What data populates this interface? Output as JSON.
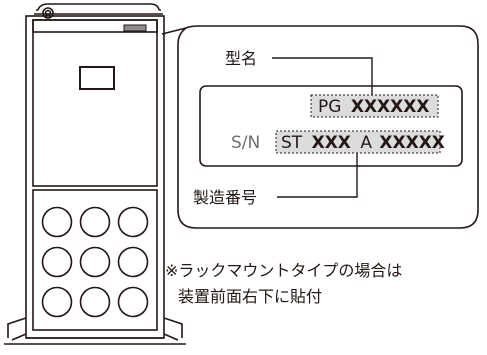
{
  "nameplate": {
    "model_label": "型名",
    "model_value_prefix": "PG",
    "model_value_code": "XXXXXX",
    "serial_prefix": "S/N",
    "serial_value_1": "ST",
    "serial_value_2": "XXX",
    "serial_value_3": "A",
    "serial_value_4": "XXXXX",
    "serial_label": "製造番号"
  },
  "note": {
    "line1": "※ラックマウントタイプの場合は",
    "line2": "装置前面右下に貼付"
  },
  "colors": {
    "line": "#231815",
    "label_fill": "#dcdcdc"
  }
}
